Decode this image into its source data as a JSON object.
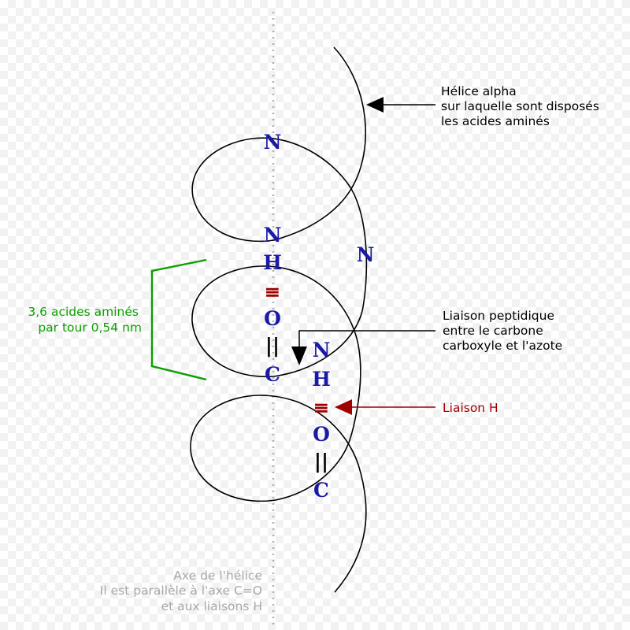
{
  "colors": {
    "atom_blue": "#1a1aa6",
    "hbond_red": "#a00000",
    "green": "#0aa000",
    "axis_gray": "#b0b0b0",
    "line_black": "#000000"
  },
  "labels": {
    "helix_line1": "Hélice alpha",
    "helix_line2": "sur laquelle sont disposés",
    "helix_line3": "les acides aminés",
    "peptide_line1": "Liaison peptidique",
    "peptide_line2": "entre le carbone",
    "peptide_line3": "carboxyle et l'azote",
    "hbond": "Liaison H",
    "turn_line1": "3,6 acides aminés",
    "turn_line2": "par tour 0,54 nm",
    "axis_line1": "Axe de l'hélice",
    "axis_line2": "Il est parallèle à l'axe C=O",
    "axis_line3": "et aux liaisons H"
  },
  "atoms": {
    "n_top": "N",
    "n_mid": "N",
    "h_mid": "H",
    "o_mid": "O",
    "c_mid": "C",
    "n_right": "N",
    "n_low": "N",
    "h_low": "H",
    "o_low": "O",
    "c_low": "C"
  },
  "bonds": {
    "hbond_glyph": "≡",
    "double_glyph": "||"
  }
}
